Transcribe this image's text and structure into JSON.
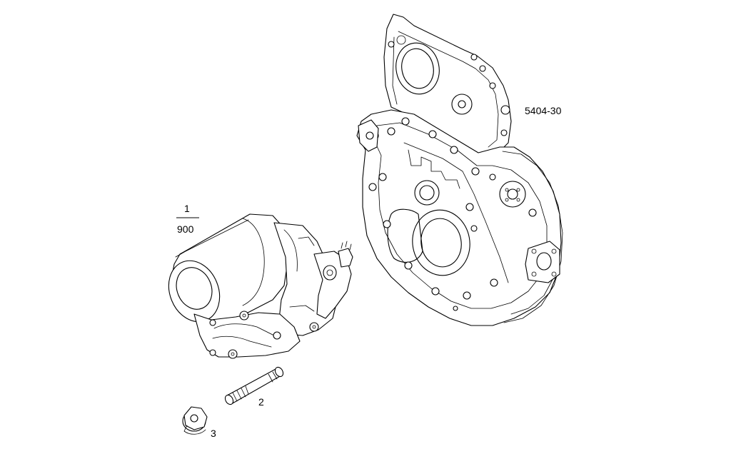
{
  "callouts": {
    "fraction_top": "1",
    "fraction_bottom": "900",
    "item_2": "2",
    "item_3": "3",
    "ref_cover": "5404-30"
  },
  "colors": {
    "line": "#000000",
    "background": "#ffffff"
  }
}
